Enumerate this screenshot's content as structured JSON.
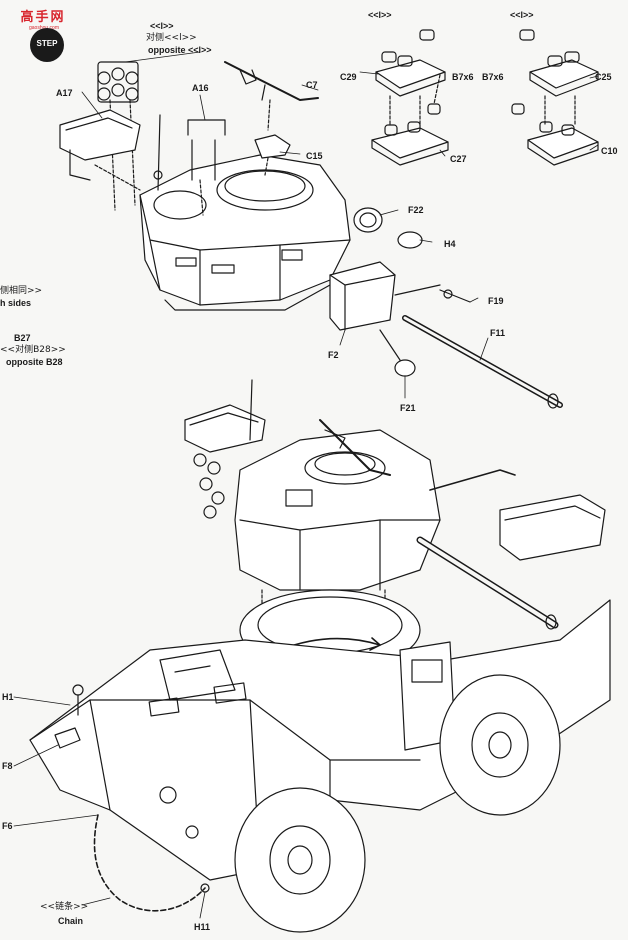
{
  "logo": {
    "title": "高手网",
    "url": "gaoshou.com",
    "step": "STEP"
  },
  "labels": {
    "l_top_mark": "<<l>>",
    "l_top_cn": "对侧<<l>>",
    "l_top_en": "opposite <<l>>",
    "c7": "C7",
    "a17": "A17",
    "a16": "A16",
    "c15": "C15",
    "mid_mark": "<<l>>",
    "c29": "C29",
    "b7x6_left": "B7x6",
    "c27": "C27",
    "right_mark": "<<l>>",
    "b7x6_right": "B7x6",
    "c25": "C25",
    "c10": "C10",
    "f22": "F22",
    "h4": "H4",
    "f19": "F19",
    "f11": "F11",
    "f2": "F2",
    "f21": "F21",
    "both_cn": "侧相同>>",
    "both_en": "h sides",
    "b27": "B27",
    "b28_cn": "<<对侧B28>>",
    "b28_en": "opposite B28",
    "h1": "H1",
    "f8": "F8",
    "f6": "F6",
    "chain_cn": "<<链条>>",
    "chain_en": "Chain",
    "h11": "H11"
  },
  "colors": {
    "ink": "#1a1a1a",
    "paper": "#f7f7f5",
    "logo_red": "#d8262e"
  }
}
